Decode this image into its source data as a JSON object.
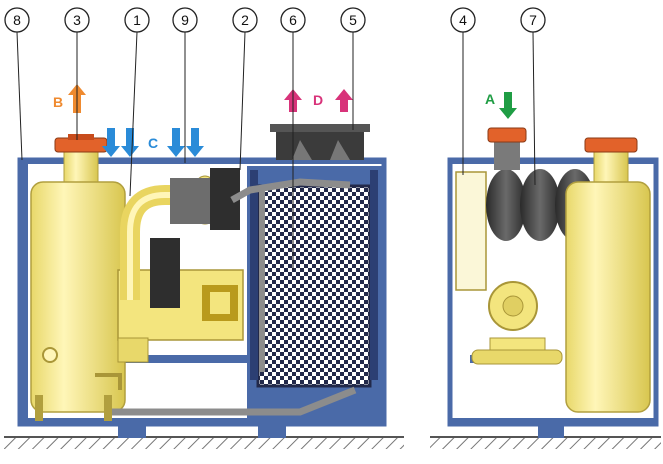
{
  "callouts": [
    "8",
    "3",
    "1",
    "9",
    "2",
    "6",
    "5",
    "4",
    "7"
  ],
  "flow_labels": {
    "a": "A",
    "b": "B",
    "c": "C",
    "d": "D"
  },
  "colors": {
    "frame": "#4a6aa8",
    "frame_fill": "#e3e8f2",
    "tank": "#f5ec9a",
    "tank_dark": "#d7c85a",
    "radiator": "#3c4f86",
    "fan": "#3b3b3b",
    "filter_flange": "#e2622a",
    "arrow_a": "#1f9d44",
    "arrow_b": "#ef8a2f",
    "arrow_c": "#2a8bd8",
    "arrow_d": "#d8337a",
    "ground": "#777777"
  }
}
